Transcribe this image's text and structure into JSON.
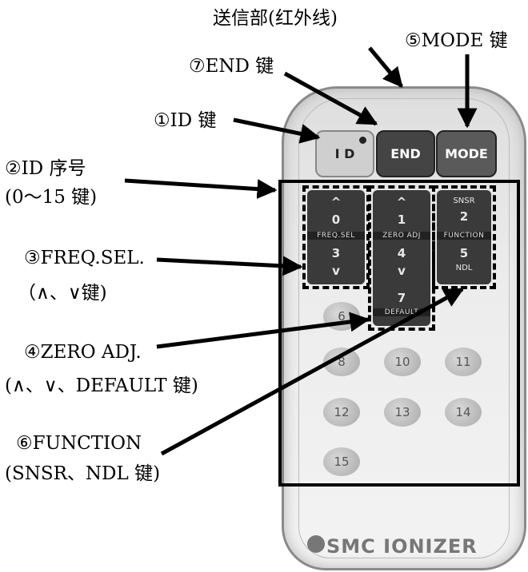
{
  "labels": {
    "infrared": "送信部(红外线)",
    "mode": "⑤MODE 键",
    "end": "⑦END 键",
    "id_key": "①ID 键",
    "id_number_1": "②ID 序号",
    "id_number_2": "(0～15 键)",
    "freq_1": "③FREQ.SEL.",
    "freq_2": "（∧、∨键)",
    "zero_1": "④ZERO ADJ.",
    "zero_2": "(∧、∨、DEFAULT 键)",
    "func_1": "⑥FUNCTION",
    "func_2": "(SNSR、NDL 键)"
  },
  "remote": {
    "top_keys": {
      "id": "I D",
      "end": "END",
      "mode": "MODE"
    },
    "freq_block": {
      "up": "^",
      "top_num": "0",
      "mid_label": "FREQ.SEL",
      "bottom_num": "3",
      "down": "v"
    },
    "zero_block": {
      "up": "^",
      "top_num": "1",
      "mid_label": "ZERO ADJ",
      "bottom_num": "4",
      "down": "v",
      "num7": "7",
      "default_label": "DEFAULT"
    },
    "func_block": {
      "snsr": "SNSR",
      "top_num": "2",
      "mid_label": "FUNCTION",
      "bottom_num": "5",
      "ndl": "NDL"
    },
    "round_keys": [
      "6",
      "8",
      "10",
      "11",
      "12",
      "13",
      "14",
      "15"
    ],
    "brand": "SMC IONIZER"
  }
}
